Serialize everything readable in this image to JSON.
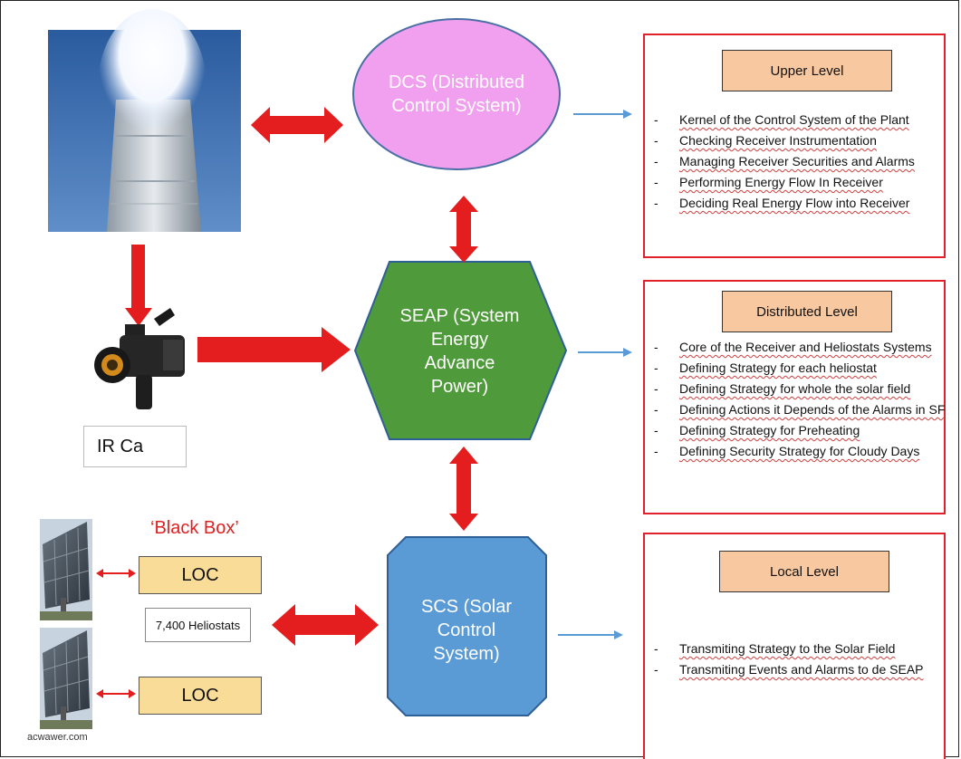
{
  "nodes": {
    "dcs": [
      "DCS (Distributed",
      "Control System)"
    ],
    "seap": [
      "SEAP (System",
      "Energy",
      "Advance",
      "Power)"
    ],
    "scs": [
      "SCS (Solar",
      "Control",
      "System)"
    ]
  },
  "ir_camera_label": "IR Ca",
  "black_box_label": "‘Black Box’",
  "loc_label": "LOC",
  "heliostats_count": "7,400 Heliostats",
  "credit": "acwawer.com",
  "levels": {
    "upper": {
      "title": "Upper Level",
      "items": [
        "Kernel of the Control System of the Plant",
        "Checking Receiver Instrumentation",
        "Managing Receiver Securities and Alarms",
        "Performing Energy Flow In Receiver",
        "Deciding Real Energy Flow into Receiver"
      ]
    },
    "distributed": {
      "title": "Distributed Level",
      "items": [
        "Core of the Receiver and Heliostats Systems",
        "Defining Strategy for each heliostat",
        "Defining Strategy for whole the solar field",
        "Defining Actions it Depends of the Alarms in SF",
        "Defining Strategy for Preheating",
        "Defining Security Strategy for Cloudy Days"
      ]
    },
    "local": {
      "title": "Local Level",
      "items": [
        "Transmiting Strategy to the Solar Field",
        "Transmiting Events and Alarms to de SEAP"
      ]
    }
  },
  "colors": {
    "dcs_fill": "#f0a0ee",
    "seap_fill": "#4f9a3a",
    "scs_fill": "#5b9bd5",
    "arrow_red": "#e41e1e",
    "arrow_blue": "#5b9bd5",
    "panel_border": "#e0202a",
    "label_fill": "#f8c8a0",
    "loc_fill": "#f8dc98"
  },
  "icons": [
    "receiver-tower-photo",
    "thermal-camera-icon",
    "heliostat-photo"
  ]
}
